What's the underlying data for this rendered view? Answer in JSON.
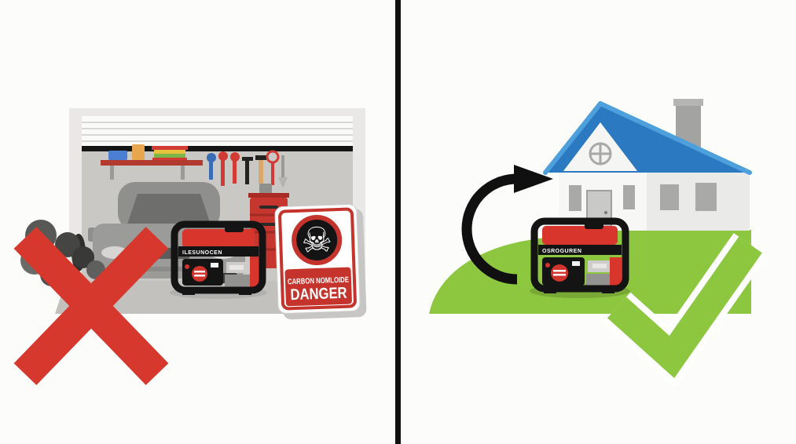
{
  "illustration": {
    "title": "generator-safety-comparison",
    "divider_color": "#111111",
    "background_color": "#fcfcfb"
  },
  "left_scene": {
    "label": "do-not-run-generator-inside-garage",
    "verdict": "prohibited",
    "x_mark_color": "#d7382e",
    "garage": {
      "facade_color": "#e9e8e6",
      "interior_wall_color": "#c9c8c5",
      "door_band_color": "#151515",
      "floor_color": "#c2c1be"
    },
    "smoke_color": "#4a4a48",
    "generator": {
      "brand_text": "ILESUNOCEN",
      "body_color": "#d8352c",
      "frame_color": "#141414"
    },
    "danger_sign": {
      "skull_glyph": "☠",
      "line1": "CARBON NOMLOIDE",
      "line2": "DANGER",
      "panel_color": "#c4342c",
      "emblem_ring_color": "#c4342c"
    }
  },
  "right_scene": {
    "label": "run-generator-outside-house",
    "verdict": "approved",
    "check_color": "#8dc63f",
    "lawn_color": "#8dc63f",
    "arrow_color": "#101010",
    "house": {
      "roof_color": "#2b7ac1",
      "roof_trim_color": "#4da0dc",
      "gable_color": "#f5f5f3",
      "window_color": "#a9a9a7",
      "chimney_color": "#a3a3a1"
    },
    "generator": {
      "brand_text": "OSROGUREN",
      "body_color": "#d8352c",
      "frame_color": "#141414"
    }
  }
}
